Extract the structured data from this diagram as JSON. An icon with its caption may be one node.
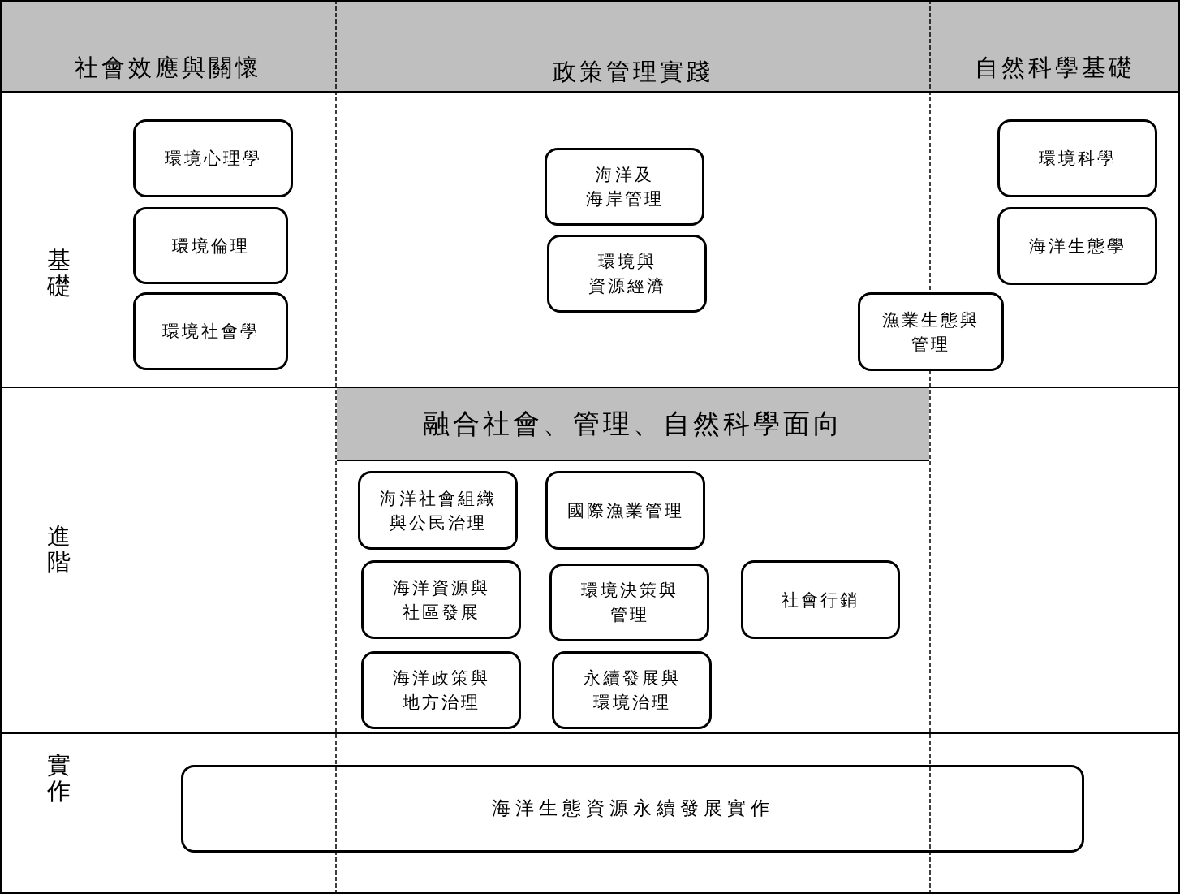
{
  "diagram": {
    "nodes": [
      {
        "text": [
          "社會效應與關懷"
        ]
      },
      {
        "text": [
          "政策管理實踐"
        ]
      },
      {
        "text": [
          "自然科學基礎"
        ]
      },
      {
        "text": [
          "環境心理學"
        ]
      },
      {
        "text": [
          "環境倫理"
        ]
      },
      {
        "text": [
          "環境社會學"
        ]
      },
      {
        "text": [
          "海洋及海岸管理"
        ]
      },
      {
        "text": [
          "環境與資源經濟"
        ]
      },
      {
        "text": [
          "環境科學"
        ]
      },
      {
        "text": [
          "海洋生態學"
        ]
      },
      {
        "text": [
          "漁業生態與管理"
        ]
      },
      {
        "text": [
          "融合社會、管理、自然科學面向"
        ]
      },
      {
        "text": [
          "海洋社會組織與公民治理"
        ]
      },
      {
        "text": [
          "國際漁業管理"
        ]
      },
      {
        "text": [
          "海洋資源與社區發展"
        ]
      },
      {
        "text": [
          "環境決策與管理"
        ]
      },
      {
        "text": [
          "社會行銷"
        ]
      },
      {
        "text": [
          "海洋政策與地方治理"
        ]
      },
      {
        "text": [
          "永續發展與環境治理"
        ]
      },
      {
        "text": [
          "海洋生態資源永續發展實作"
        ]
      }
    ],
    "labels": [
      "基礎",
      "進階",
      "實作"
    ]
  }
}
